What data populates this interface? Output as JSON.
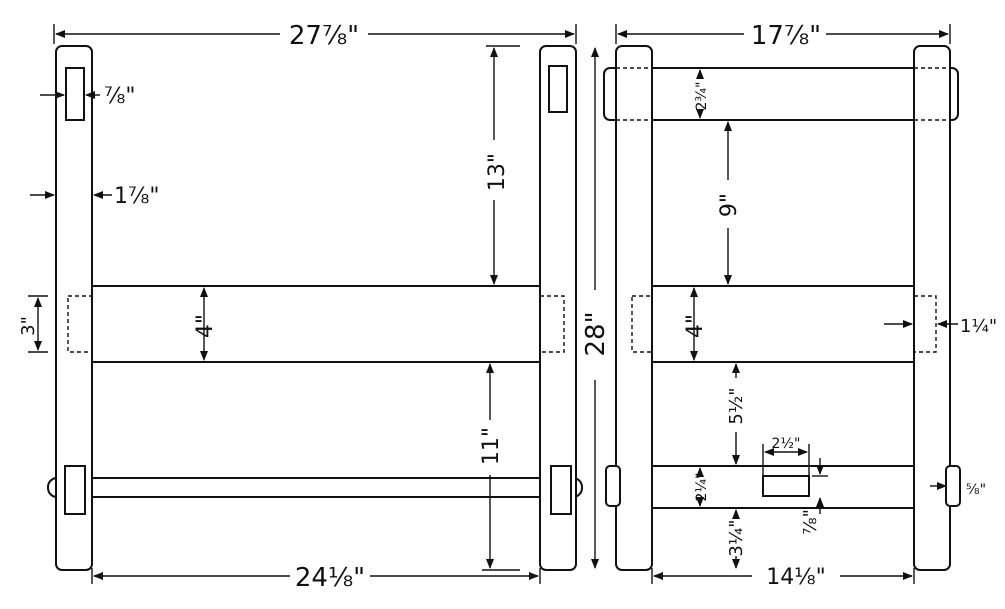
{
  "left_view": {
    "overall_width": "27⅞\"",
    "mortise_width": "⅞\"",
    "post_width": "1⅞\"",
    "top_height": "13\"",
    "rail_height": "4\"",
    "tenon_height": "3\"",
    "lower_height": "11\"",
    "bottom_width": "24⅛\""
  },
  "overall_height": "28\"",
  "right_view": {
    "overall_width": "17⅞\"",
    "top_rail": "2¾\"",
    "gap_upper": "9\"",
    "rail_height": "4\"",
    "tenon_length": "1¼\"",
    "gap_lower": "5½\"",
    "slot_width": "2½\"",
    "lower_rail": "2¼\"",
    "peg": "⅝\"",
    "slot_depth": "⅞\"",
    "bottom_gap": "3¼\"",
    "bottom_width": "14⅛\""
  }
}
